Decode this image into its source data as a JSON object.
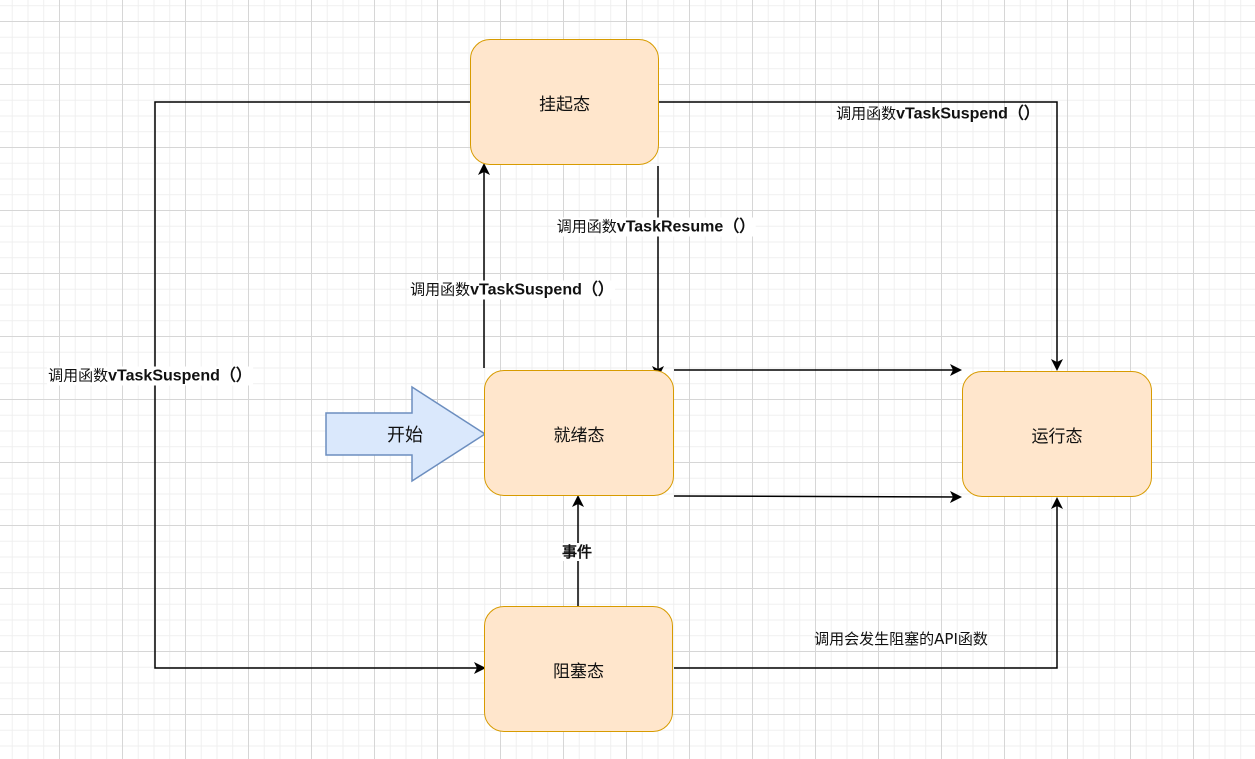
{
  "diagram": {
    "title": "FreeRTOS task state transitions",
    "colors": {
      "node_fill": "#ffe6cc",
      "node_stroke": "#d79b00",
      "start_fill": "#dae8fc",
      "start_stroke": "#6c8ebf",
      "edge": "#000000"
    },
    "nodes": {
      "suspended": {
        "label": "挂起态"
      },
      "ready": {
        "label": "就绪态"
      },
      "running": {
        "label": "运行态"
      },
      "blocked": {
        "label": "阻塞态"
      }
    },
    "start": {
      "label": "开始"
    },
    "edges": {
      "suspended_to_running": {
        "prefix": "调用函数",
        "func": "vTaskSuspend（）"
      },
      "suspended_to_ready": {
        "prefix": "调用函数",
        "func": "vTaskResume（）"
      },
      "ready_to_suspended": {
        "prefix": "调用函数",
        "func": "vTaskSuspend（）"
      },
      "blocked_loop_suspend": {
        "prefix": "调用函数",
        "func": "vTaskSuspend（）"
      },
      "blocked_to_ready": {
        "label": "事件"
      },
      "running_to_blocked": {
        "label": "调用会发生阻塞的API函数"
      }
    }
  }
}
